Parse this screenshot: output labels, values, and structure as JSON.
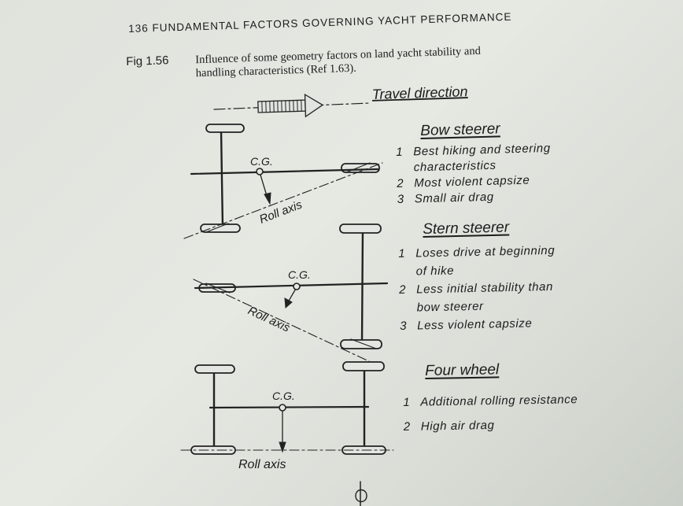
{
  "header": {
    "page_title": "136 FUNDAMENTAL FACTORS GOVERNING YACHT PERFORMANCE"
  },
  "caption": {
    "figure_label": "Fig 1.56",
    "line1": "Influence of some geometry factors on land yacht stability and",
    "line2": "handling characteristics (Ref 1.63)."
  },
  "diagram": {
    "travel_direction": "Travel direction",
    "cg_label": "C.G.",
    "roll_axis_label": "Roll axis"
  },
  "sections": [
    {
      "heading": "Bow steerer",
      "items": [
        {
          "num": "1",
          "text": "Best hiking and steering",
          "cont": "characteristics"
        },
        {
          "num": "2",
          "text": "Most violent capsize",
          "cont": ""
        },
        {
          "num": "3",
          "text": "Small air drag",
          "cont": ""
        }
      ]
    },
    {
      "heading": "Stern steerer",
      "items": [
        {
          "num": "1",
          "text": "Loses drive at beginning",
          "cont": "of hike"
        },
        {
          "num": "2",
          "text": "Less initial stability than",
          "cont": "bow steerer"
        },
        {
          "num": "3",
          "text": "Less violent capsize",
          "cont": ""
        }
      ]
    },
    {
      "heading": "Four wheel",
      "items": [
        {
          "num": "1",
          "text": "Additional rolling resistance",
          "cont": ""
        },
        {
          "num": "2",
          "text": "High air drag",
          "cont": ""
        }
      ]
    }
  ]
}
